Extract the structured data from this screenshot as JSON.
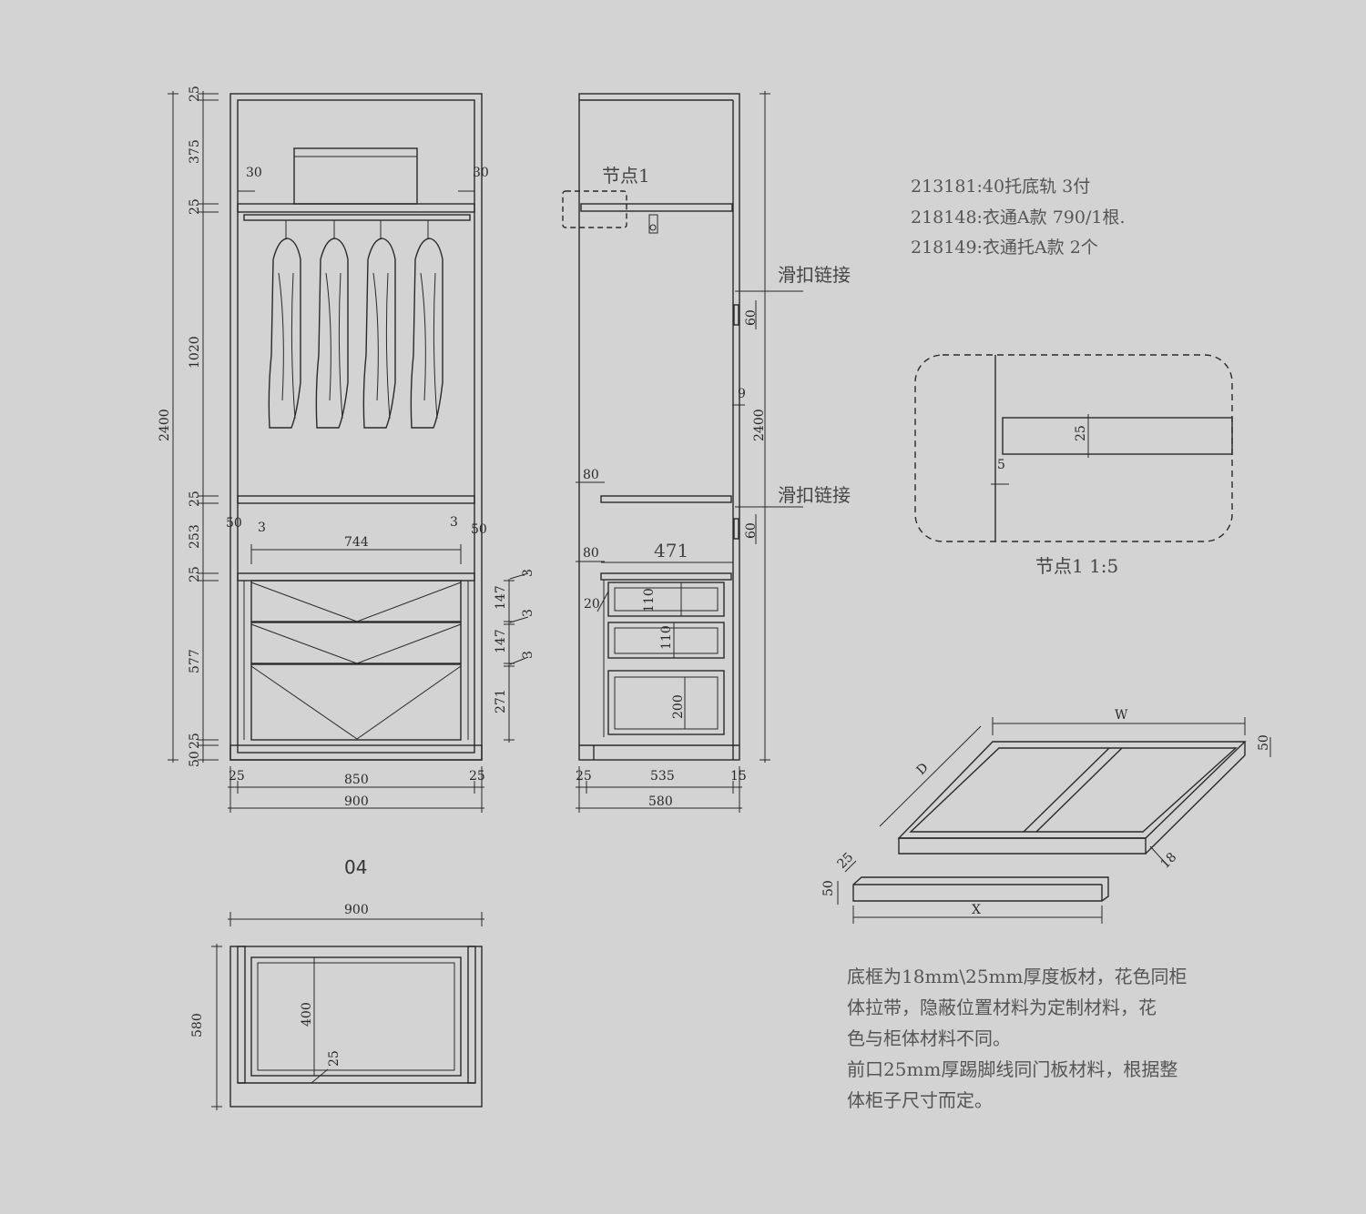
{
  "front_view": {
    "height_dims": [
      "25",
      "375",
      "25",
      "1020",
      "25",
      "253",
      "25",
      "577",
      "25",
      "50"
    ],
    "total_height": "2400",
    "top_gap": "30",
    "shelf_gap": "50",
    "shelf_gap_small": "3",
    "inner_span": "744",
    "drawer_heights": [
      "147",
      "147",
      "271"
    ],
    "drawer_gap": "3",
    "width_parts": [
      "25",
      "850",
      "25"
    ],
    "total_width": "900"
  },
  "side_view": {
    "node_label": "节点1",
    "slide_label_1": "滑扣链接",
    "slide_label_2": "滑扣链接",
    "slide_dim": "60",
    "gap_dim": "9",
    "total_height": "2400",
    "offset_dim": "80",
    "drawer_width": "471",
    "drawer_setback": "20",
    "drawer_inner_heights": [
      "110",
      "110",
      "200"
    ],
    "width_parts": [
      "25",
      "535",
      "15"
    ],
    "total_width": "580"
  },
  "parts_list": [
    "213181:40托底轨 3付",
    "218148:衣通A款 790/1根.",
    "218149:衣通托A款 2个"
  ],
  "detail": {
    "dim_thickness": "25",
    "dim_gap": "5",
    "caption": "节点1 1:5"
  },
  "base_frame": {
    "w_label": "W",
    "d_label": "D",
    "x_label": "X",
    "height_dim": "50",
    "thickness_dim": "18",
    "strip_height_dim": "50",
    "strip_thickness_dim": "25"
  },
  "plan_view": {
    "label": "04",
    "width": "900",
    "depth": "580",
    "inner": "400",
    "edge": "25"
  },
  "notes": [
    "底框为18mm\\25mm厚度板材，花色同柜",
    "体拉带，隐蔽位置材料为定制材料，花",
    "色与柜体材料不同。",
    "前口25mm厚踢脚线同门板材料，根据整",
    "体柜子尺寸而定。"
  ]
}
